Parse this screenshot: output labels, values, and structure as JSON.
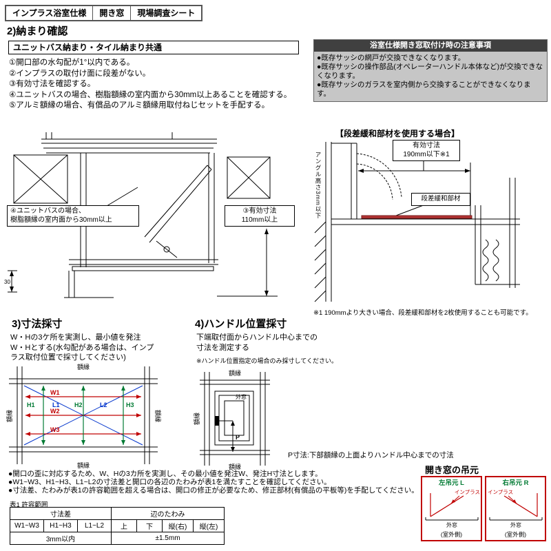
{
  "header": {
    "parts": [
      "インプラス浴室仕様",
      "開き窓",
      "現場調査シート"
    ]
  },
  "section2": {
    "heading": "2)納まり確認",
    "common_box_title": "ユニットバス納まり・タイル納まり共通",
    "checklist": [
      "①開口部の水勾配が1°以内である。",
      "②インプラスの取付け面に段差がない。",
      "③有効寸法を確認する。",
      "④ユニットバスの場合、樹脂額縁の室内面から30mm以上あることを確認する。",
      "⑤アルミ額縁の場合、有償品のアルミ額縁用取付ねじセットを手配する。"
    ],
    "notice": {
      "title": "浴室仕様開き窓取付け時の注意事項",
      "items": [
        "●既存サッシの網戸が交換できなくなります。",
        "●既存サッシの操作部品(オペレーターハンドル本体など)が交換できなくなります。",
        "●既存サッシのガラスを室内側から交換することができなくなります。"
      ]
    },
    "left_diagram": {
      "callout4": "④ユニットバスの場合、\n樹脂額縁の室内面から30mm以上",
      "callout3": "③有効寸法\n110mm以上",
      "dim_30": "30"
    },
    "step_diagram": {
      "title": "【段差緩和部材を使用する場合】",
      "effective_label": "有効寸法\n190mm以下※1",
      "member_label": "段差緩和部材",
      "angle_label": "アングル高さ3mm以下",
      "footnote": "※1 190mmより大きい場合、段差緩和部材を2枚使用することも可能です。"
    }
  },
  "section3": {
    "heading": "3)寸法採寸",
    "description": "W・Hの3ケ所を実測し、最小値を発注\nW・Hとする(水勾配がある場合は、インプ\nラス取付位置で採寸してください)",
    "labels": {
      "w1": "W1",
      "w2": "W2",
      "w3": "W3",
      "h1": "H1",
      "h2": "H2",
      "h3": "H3",
      "l1": "L1",
      "l2": "L2",
      "frame_top": "額縁",
      "frame_bottom": "額縁",
      "frame_left": "額縁",
      "frame_right": "額縁"
    }
  },
  "section4": {
    "heading": "4)ハンドル位置採寸",
    "description": "下端取付面からハンドル中心までの\n寸法を測定する",
    "note": "※ハンドル位置指定の場合のみ採寸してください。",
    "labels": {
      "frame_top": "額縁",
      "frame_bottom": "額縁",
      "frame_left": "額縁",
      "outer_window": "外窓",
      "p": "P"
    },
    "p_note": "P寸法:下部額縁の上面よりハンドル中心までの寸法"
  },
  "hinge": {
    "heading": "開き窓の吊元",
    "left": {
      "title": "左吊元 L",
      "inplus": "インプラス",
      "outer": "外窓",
      "outside": "(室外側)"
    },
    "right": {
      "title": "右吊元 R",
      "inplus": "インプラス",
      "outer": "外窓",
      "outside": "(室外側)"
    }
  },
  "notes": [
    "●開口の歪に対応するため、W、Hの3カ所を実測し、その最小値を発注W、発注H寸法とします。",
    "●W1~W3、H1~H3、L1~L2の寸法差と開口の各辺のたわみが表1を満たすことを確認してください。",
    "●寸法差、たわみが表1の許容範囲を超える場合は、開口の修正が必要なため、修正部材(有償品の平板等)を手配してください。"
  ],
  "table1": {
    "caption": "表1 許容範囲",
    "group1": "寸法差",
    "group2": "辺のたわみ",
    "cols": [
      "W1~W3",
      "H1~H3",
      "L1~L2",
      "上",
      "下",
      "縦(右)",
      "縦(左)"
    ],
    "val1": "3mm以内",
    "val2": "±1.5mm"
  }
}
